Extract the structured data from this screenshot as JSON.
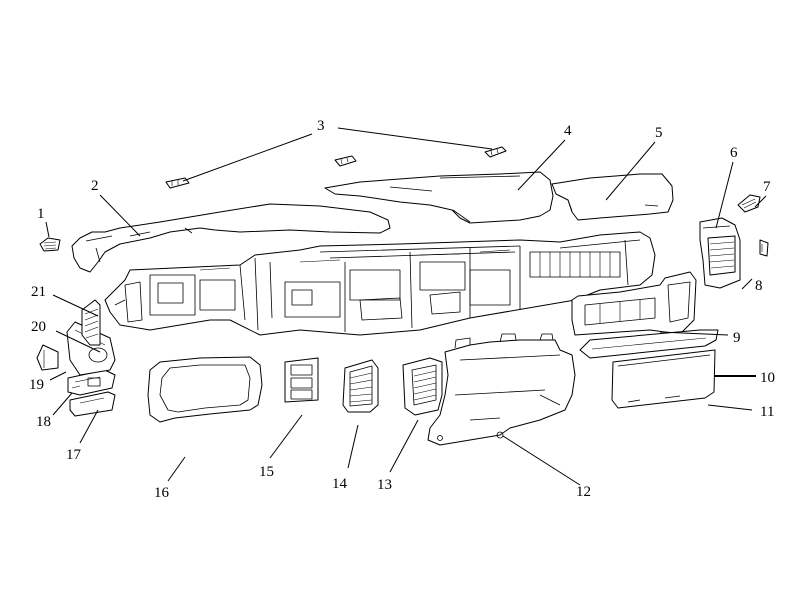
{
  "diagram": {
    "callouts": [
      {
        "label": "1"
      },
      {
        "label": "2"
      },
      {
        "label": "3"
      },
      {
        "label": "4"
      },
      {
        "label": "5"
      },
      {
        "label": "6"
      },
      {
        "label": "7"
      },
      {
        "label": "8"
      },
      {
        "label": "9"
      },
      {
        "label": "10"
      },
      {
        "label": "11"
      },
      {
        "label": "12"
      },
      {
        "label": "13"
      },
      {
        "label": "14"
      },
      {
        "label": "15"
      },
      {
        "label": "16"
      },
      {
        "label": "17"
      },
      {
        "label": "18"
      },
      {
        "label": "19"
      },
      {
        "label": "20"
      },
      {
        "label": "21"
      }
    ]
  }
}
